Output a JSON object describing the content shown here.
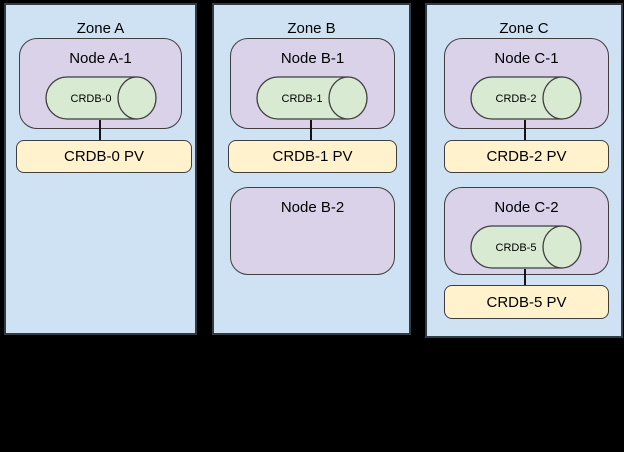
{
  "zones": [
    {
      "label": "Zone A",
      "nodes": [
        {
          "label": "Node A-1",
          "db": "CRDB-0",
          "pv": "CRDB-0 PV"
        }
      ]
    },
    {
      "label": "Zone B",
      "nodes": [
        {
          "label": "Node B-1",
          "db": "CRDB-1",
          "pv": "CRDB-1 PV"
        },
        {
          "label": "Node B-2"
        }
      ]
    },
    {
      "label": "Zone C",
      "nodes": [
        {
          "label": "Node C-1",
          "db": "CRDB-2",
          "pv": "CRDB-2 PV"
        },
        {
          "label": "Node C-2",
          "db": "CRDB-5",
          "pv": "CRDB-5 PV"
        }
      ]
    }
  ],
  "colors": {
    "background": "#000000",
    "zone_fill": "#cfe2f3",
    "node_fill": "#d9d2e9",
    "db_fill": "#d9ead3",
    "pv_fill": "#fff2cc",
    "zone_border": "#303b45",
    "shape_border": "#3f3f3f",
    "connector": "#141414",
    "text": "#000000"
  }
}
